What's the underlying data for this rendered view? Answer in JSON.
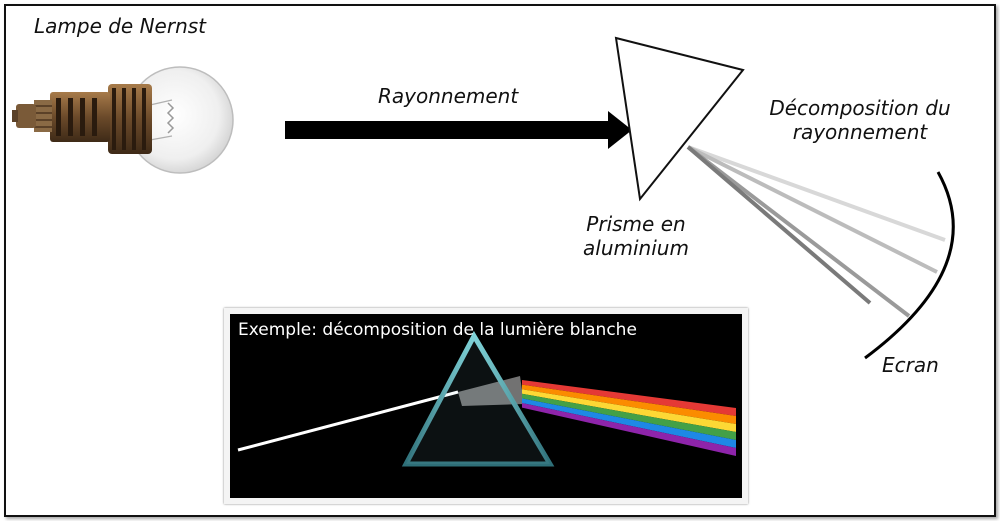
{
  "labels": {
    "lamp": "Lampe de Nernst",
    "radiation": "Rayonnement",
    "decomposition_line1": "Décomposition du",
    "decomposition_line2": "rayonnement",
    "prism_line1": "Prisme en",
    "prism_line2": "aluminium",
    "screen": "Ecran"
  },
  "photo": {
    "caption": "Exemple: décomposition de la lumière blanche",
    "spectrum_colors": [
      "#e53935",
      "#fb8c00",
      "#fdd835",
      "#43a047",
      "#1e88e5",
      "#8e24aa"
    ]
  },
  "icons": {
    "lamp": "nernst-lamp-icon",
    "arrow": "arrow-right-icon",
    "prism": "triangle-prism-icon",
    "screen": "curved-screen-icon"
  },
  "colors": {
    "rays": [
      "#d8d8d8",
      "#bcbcbc",
      "#9a9a9a",
      "#7a7a7a"
    ],
    "arrow": "#000000"
  }
}
